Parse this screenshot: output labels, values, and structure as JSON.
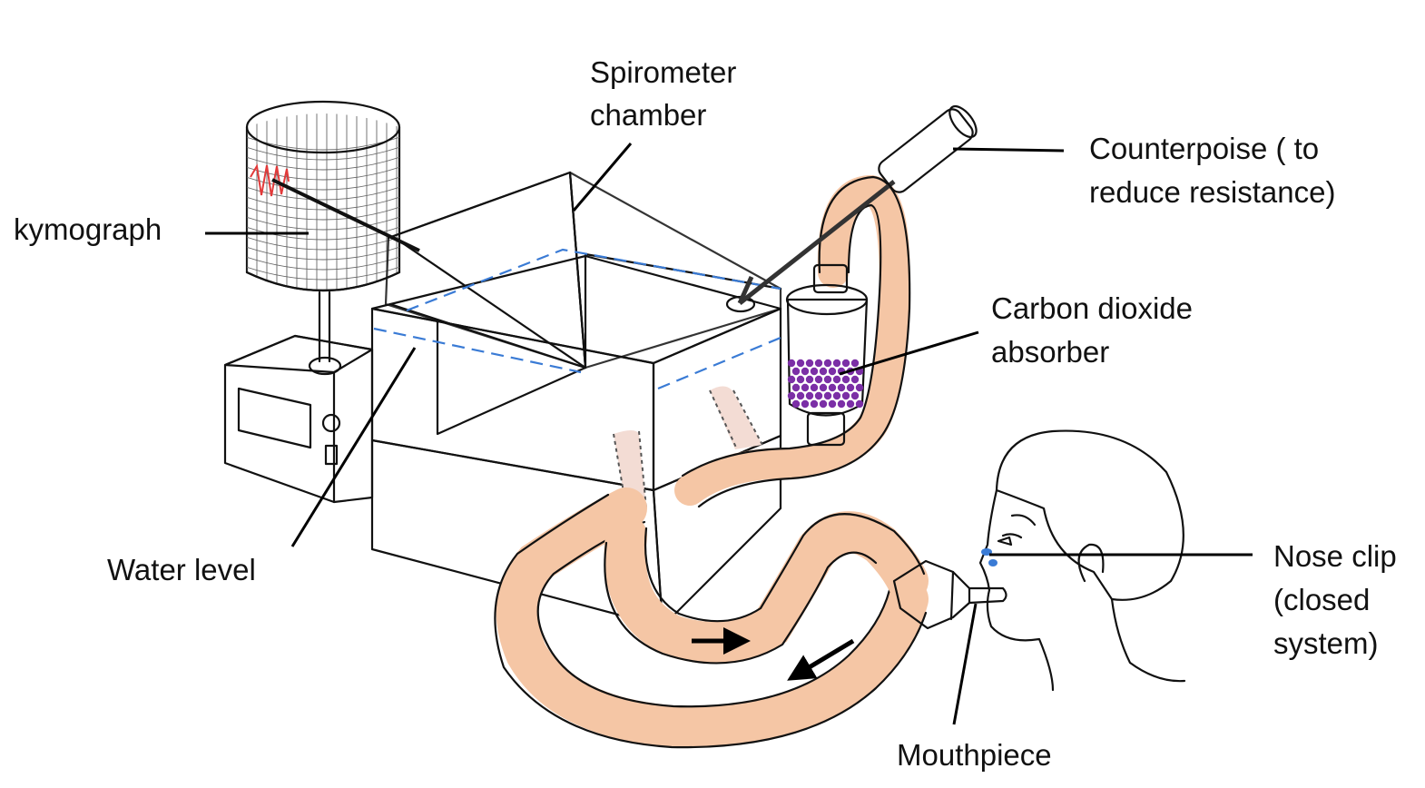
{
  "labels": {
    "spirometer_chamber": [
      "Spirometer",
      "chamber"
    ],
    "counterpoise": [
      "Counterpoise ( to",
      "reduce resistance)"
    ],
    "kymograph": [
      "kymograph"
    ],
    "carbon_dioxide_absorber": [
      "Carbon dioxide",
      "absorber"
    ],
    "water_level": [
      "Water level"
    ],
    "nose_clip": [
      "Nose clip",
      "(closed",
      "system)"
    ],
    "mouthpiece": [
      "Mouthpiece"
    ]
  },
  "colors": {
    "ink": "#111111",
    "tube": "#f5c6a5",
    "tube_inside": "#f3dcd4",
    "water": "#d8e6f8",
    "chamber": "#ddf1dd",
    "counterpoise": "#a6dfaa",
    "absorber_granules": "#7b2fa6",
    "waterline": "#3a7bd5",
    "trace": "#e23a3a",
    "hair": "#b59f80",
    "skin": "#f5c6a5",
    "nose_clip": "#3a7bd5",
    "screen": "#a9b59f"
  },
  "icons": [
    "flow-arrow-right-icon",
    "flow-arrow-left-icon"
  ]
}
